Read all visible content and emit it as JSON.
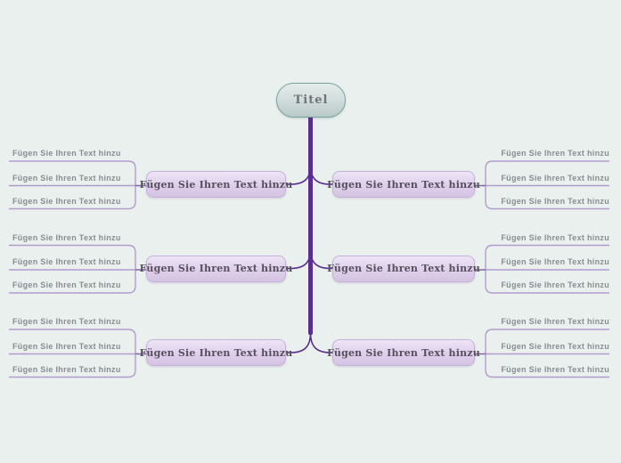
{
  "title_node": {
    "label": "Titel"
  },
  "left_branches": [
    {
      "label": "Fügen Sie Ihren Text hinzu",
      "children": [
        "Fügen Sie Ihren Text hinzu",
        "Fügen Sie Ihren Text hinzu",
        "Fügen Sie Ihren Text hinzu"
      ]
    },
    {
      "label": "Fügen Sie Ihren Text hinzu",
      "children": [
        "Fügen Sie Ihren Text hinzu",
        "Fügen Sie Ihren Text hinzu",
        "Fügen Sie Ihren Text hinzu"
      ]
    },
    {
      "label": "Fügen Sie Ihren Text hinzu",
      "children": [
        "Fügen Sie Ihren Text hinzu",
        "Fügen Sie Ihren Text hinzu",
        "Fügen Sie Ihren Text hinzu"
      ]
    }
  ],
  "right_branches": [
    {
      "label": "Fügen Sie Ihren Text hinzu",
      "children": [
        "Fügen Sie Ihren Text hinzu",
        "Fügen Sie Ihren Text hinzu",
        "Fügen Sie Ihren Text hinzu"
      ]
    },
    {
      "label": "Fügen Sie Ihren Text hinzu",
      "children": [
        "Fügen Sie Ihren Text hinzu",
        "Fügen Sie Ihren Text hinzu",
        "Fügen Sie Ihren Text hinzu"
      ]
    },
    {
      "label": "Fügen Sie Ihren Text hinzu",
      "children": [
        "Fügen Sie Ihren Text hinzu",
        "Fügen Sie Ihren Text hinzu",
        "Fügen Sie Ihren Text hinzu"
      ]
    }
  ],
  "colors": {
    "canvas-bg": "#e9f0ee",
    "trunk": "#5b2d92",
    "branch-light": "#b29cce",
    "branch-mid": "#84659f",
    "node-border": "#7ba2a2",
    "node-top": "#e5eceb",
    "node-bottom": "#b9cac8",
    "box-border": "#c6b2d9",
    "box-top": "#eee5f5",
    "box-bottom": "#d5c3e3",
    "box-text": "#55505c",
    "child-text": "#8b8b91"
  }
}
